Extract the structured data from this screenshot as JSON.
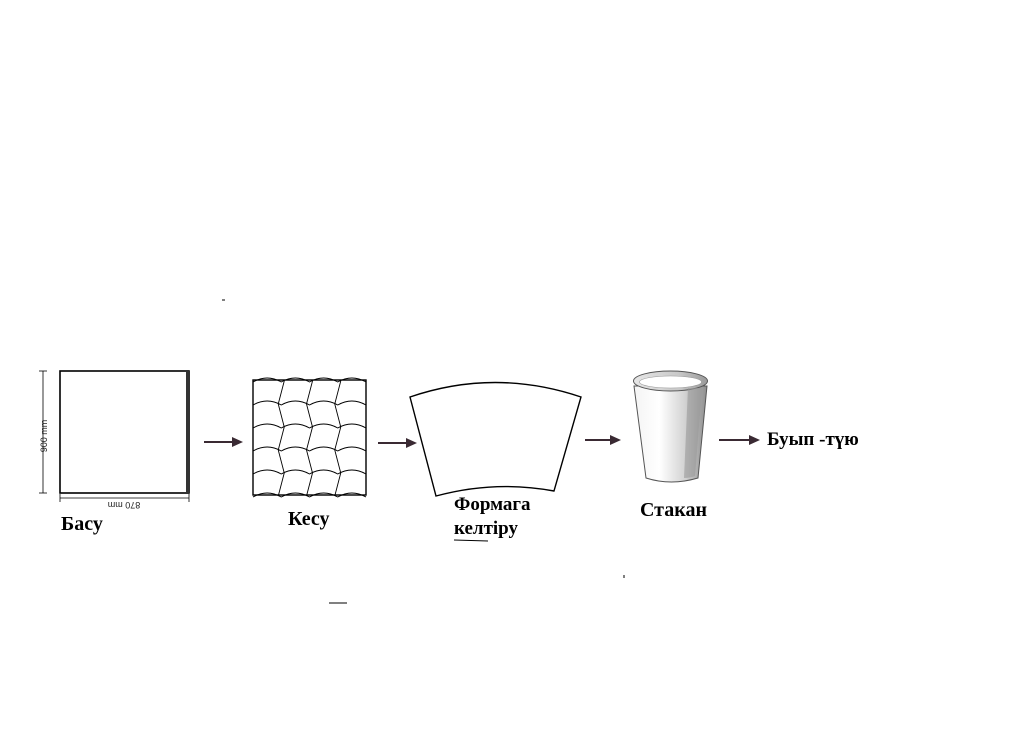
{
  "diagram": {
    "steps": [
      {
        "id": "basu",
        "label": "Басу"
      },
      {
        "id": "kesu",
        "label": "Кесу"
      },
      {
        "id": "formaga",
        "label_line1": "Формага",
        "label_line2": "келтіру"
      },
      {
        "id": "stakan",
        "label": "Стакан"
      },
      {
        "id": "buyp",
        "label": "Буып -түю"
      }
    ],
    "sheet_dimensions": {
      "height_label": "900 mm",
      "width_label": "870 mm"
    },
    "colors": {
      "line": "#000000",
      "arrow": "#3a2a33",
      "cup_shade": "#a8a8a8"
    }
  }
}
